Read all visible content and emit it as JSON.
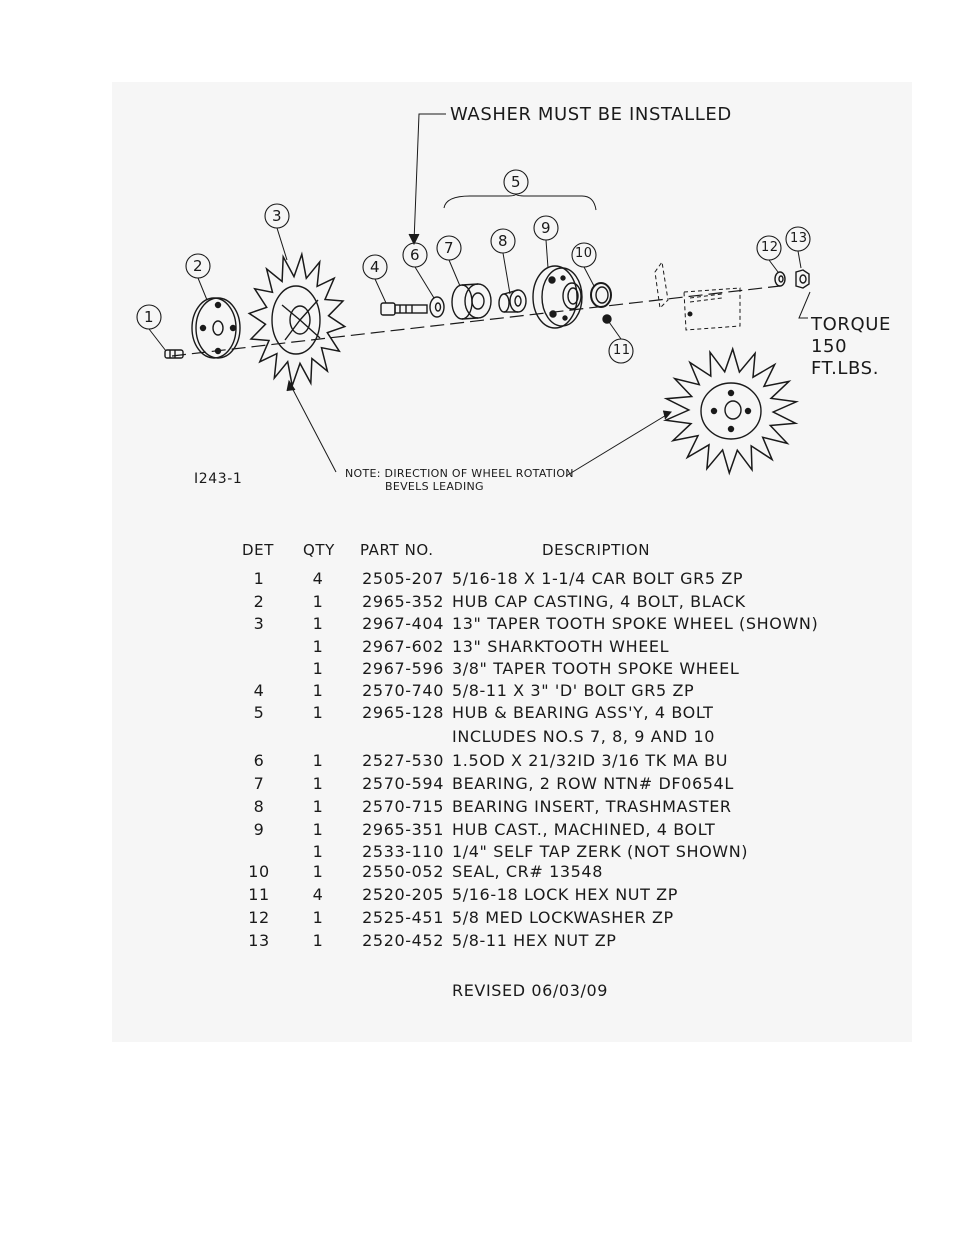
{
  "diagram": {
    "callouts": [
      "1",
      "2",
      "3",
      "4",
      "5",
      "6",
      "7",
      "8",
      "9",
      "10",
      "11",
      "12",
      "13"
    ],
    "washer_note": "WASHER MUST BE INSTALLED",
    "torque_lines": [
      "TORQUE",
      "150",
      "FT.LBS."
    ],
    "figure_id": "I243-1",
    "rotation_note_lines": [
      "NOTE: DIRECTION OF WHEEL ROTATION",
      "BEVELS LEADING"
    ]
  },
  "parts_table": {
    "headers": {
      "det": "DET",
      "qty": "QTY",
      "part": "PART NO.",
      "desc": "DESCRIPTION"
    },
    "rows": [
      {
        "det": "1",
        "qty": "4",
        "part": "2505-207",
        "desc": "5/16-18 X 1-1/4 CAR BOLT GR5 ZP"
      },
      {
        "det": "2",
        "qty": "1",
        "part": "2965-352",
        "desc": "HUB CAP CASTING, 4 BOLT, BLACK"
      },
      {
        "det": "3",
        "qty": "1",
        "part": "2967-404",
        "desc": "13\" TAPER TOOTH SPOKE WHEEL (SHOWN)"
      },
      {
        "det": "",
        "qty": "1",
        "part": "2967-602",
        "desc": "13\" SHARKTOOTH WHEEL"
      },
      {
        "det": "",
        "qty": "1",
        "part": "2967-596",
        "desc": "3/8\" TAPER TOOTH SPOKE WHEEL"
      },
      {
        "det": "4",
        "qty": "1",
        "part": "2570-740",
        "desc": "5/8-11 X 3\" 'D' BOLT GR5 ZP"
      },
      {
        "det": "5",
        "qty": "1",
        "part": "2965-128",
        "desc": "HUB & BEARING ASS'Y, 4 BOLT"
      },
      {
        "det": "",
        "qty": "",
        "part": "",
        "desc": "INCLUDES NO.S 7, 8, 9 AND 10"
      },
      {
        "det": "6",
        "qty": "1",
        "part": "2527-530",
        "desc": "1.5OD X 21/32ID 3/16 TK MA BU"
      },
      {
        "det": "7",
        "qty": "1",
        "part": "2570-594",
        "desc": "BEARING, 2 ROW NTN# DF0654L"
      },
      {
        "det": "8",
        "qty": "1",
        "part": "2570-715",
        "desc": "BEARING INSERT, TRASHMASTER"
      },
      {
        "det": "9",
        "qty": "1",
        "part": "2965-351",
        "desc": "HUB CAST., MACHINED, 4 BOLT"
      },
      {
        "det": "",
        "qty": "1",
        "part": "2533-110",
        "desc": "1/4\" SELF TAP ZERK (NOT SHOWN)"
      },
      {
        "det": "10",
        "qty": "1",
        "part": "2550-052",
        "desc": "SEAL, CR# 13548"
      },
      {
        "det": "11",
        "qty": "4",
        "part": "2520-205",
        "desc": "5/16-18 LOCK HEX NUT ZP"
      },
      {
        "det": "12",
        "qty": "1",
        "part": "2525-451",
        "desc": "5/8 MED LOCKWASHER ZP"
      },
      {
        "det": "13",
        "qty": "1",
        "part": "2520-452",
        "desc": "5/8-11 HEX NUT ZP"
      }
    ]
  },
  "revised": "REVISED 06/03/09"
}
